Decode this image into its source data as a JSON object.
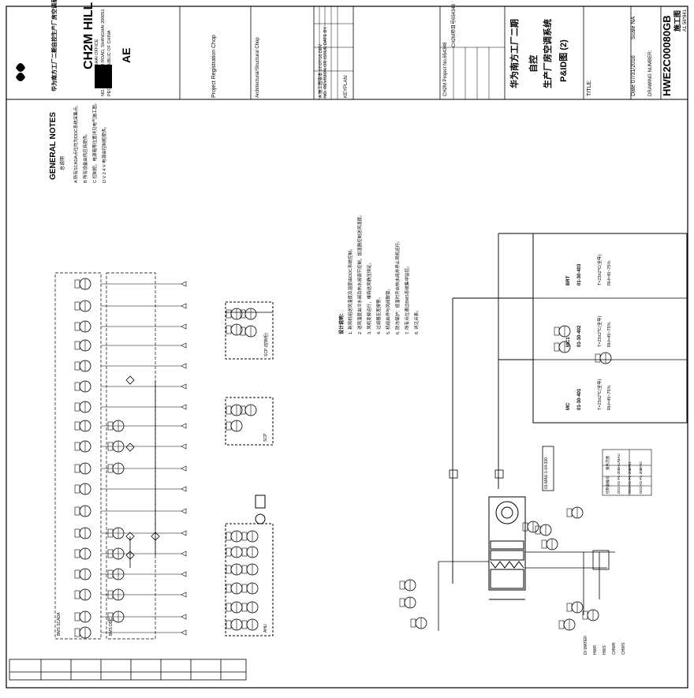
{
  "title_block": {
    "client_line1": "华为南方工厂二期",
    "client_line2": "自控",
    "drawing_title_1": "生产厂房空调系统",
    "drawing_title_2": "P&ID图 (2)",
    "title_label": "TITLE:",
    "project_no": "CH2M Project No.654348",
    "project_no_cn": "CH2M项目号654348",
    "date": "Date 07/31/2016",
    "scale": "Scale NA",
    "drawing_number_label": "DRAWING NUMBER:",
    "drawing_number": "HWE2C00080GB",
    "status_stamp": "施工图",
    "sheet_code": "A1 56*841",
    "firm_name": "CH2M HILL",
    "firm_office": "SHANGHAI OFFICE",
    "firm_address": "NO. 100, ZUN YI ROAD, SHANGHAI 200051",
    "firm_country": "PEOPLE'S REPUBLIC OF CHINA",
    "second_firm": "AE",
    "project_registration": "Project Registration Chop",
    "architectural_chop": "Architectural/Structural Chop",
    "revision_header": "NO.  REVISION OR ISSUE     DATE   BY",
    "revision_row": "A  施工图版本  07/07/16  DEV",
    "keyplan": "KEYPLAN:"
  },
  "notes": {
    "heading": "GENERAL NOTES",
    "heading_cn": "总说明",
    "items": [
      "A  所有SCADA点位均为DDC系统采集点。",
      "B  所有设备由供应商提供。",
      "C  控制柜、电源箱等位置详见电气施工图。",
      "D  V 2 4 V 电源由控制柜提供。"
    ]
  },
  "design_notes": {
    "heading": "设计说明：",
    "items": [
      "1.  新风机组送风温度及湿度由DDC系统控制。",
      "2.  送风温度由冷水阀及热水阀调节控制，加湿器控制送风湿度。",
      "3.  风机变频运行，维持送风静压恒定。",
      "4.  过滤器压差报警。",
      "5.  机组启停与风阀联锁。",
      "6.  防冻保护：低温时开启热水阀并停止风机运行。",
      "7.  所有点位通过BMS系统集中监控。",
      "8.  详见点表。"
    ]
  },
  "rooms": [
    {
      "name": "MC",
      "tag": "01-30-401",
      "temp": "T=23±2℃(全年)",
      "rh": "RH=45~75%"
    },
    {
      "name": "MC1",
      "tag": "01-30-402",
      "temp": "T=23±2℃(全年)",
      "rh": "RH=45~75%"
    },
    {
      "name": "BRT",
      "tag": "01-30-403",
      "temp": "T=23±2℃(全年)",
      "rh": "RH=45~75%"
    }
  ],
  "panels": {
    "scp1": "SCP\n(控制柜)",
    "scp2": "SCP",
    "ahu_label": "AHU",
    "ahu_tag": "01-MAU-1-04-300",
    "scada_column": "BMS SCADA",
    "ddc_column": "BMS DDC"
  },
  "legend": {
    "headers": [
      "控制器编号",
      "服务范围"
    ],
    "rows": [
      [
        "DDC-01-PL-301",
        "AHU/MAU"
      ],
      [
        "DDC-01-PL-302",
        "EF01"
      ],
      [
        "DDC-01-PL-303",
        "EF02"
      ]
    ]
  },
  "side_labels": [
    "CHWS",
    "CHWR",
    "HWS",
    "HWR",
    "DI WATER"
  ],
  "cover_left_text": "华为南方工厂二期自控生产厂房空调系统",
  "colors": {
    "line": "#000000",
    "background": "#ffffff"
  }
}
